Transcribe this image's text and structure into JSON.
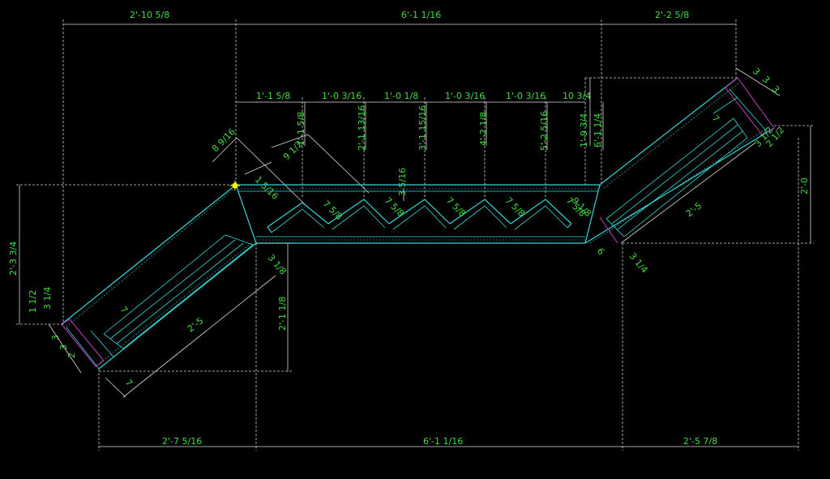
{
  "colors": {
    "background": "#000000",
    "dimension_text": "#3fdc3f",
    "steel": "#35d6d6",
    "dimension_line": "#d8d8d8",
    "plate": "#c040c0",
    "selected_node": "#ffff00"
  },
  "top_dims": {
    "left": "2'-10 5/8",
    "center": "6'-1 1/16",
    "right": "2'-2 5/8"
  },
  "chord_dims": {
    "d1": "1'-1 5/8",
    "d2": "1'-0 3/16",
    "d3": "1'-0 1/8",
    "d4": "1'-0 3/16",
    "d5": "1'-0 3/16",
    "d6": "10 3/4"
  },
  "vertical_dims": {
    "v1": "1'-1 5/8",
    "v2": "2'-1 13/16",
    "v3": "3'-1 15/16",
    "v4": "4'-2 1/8",
    "v5": "5'-2 5/16",
    "v6": "1'-9 3/4",
    "v7": "6'-1 1/4"
  },
  "misc_dims": {
    "a1": "8 9/16",
    "a2": "9 1/2",
    "a3": "1 5/16",
    "a4": "3 5/16",
    "web1": "7 5/8",
    "web2": "7 5/8",
    "web3": "7 5/8",
    "web4": "7 5/8",
    "web5": "7 5/8",
    "web6": "9 1/8",
    "left_height": "2'-3 3/4",
    "left_drop": "2'-1 1/8",
    "right_height": "2'-0",
    "left_len": "2'-5",
    "right_len": "2'-5",
    "left_7a": "7",
    "left_7b": "7",
    "right_7": "7",
    "left_small1": "1 1/2",
    "left_small2": "3 1/4",
    "left_s3": "3",
    "left_s4": "3",
    "left_s5": "2",
    "left_s6": "3 1/8",
    "right_s1": "3",
    "right_s2": "3",
    "right_s3": "3",
    "right_s4": "3 1/2",
    "right_s5": "2 1/2",
    "right_s6": "3 1/4",
    "right_s7": "6"
  },
  "bottom_dims": {
    "left": "2'-7 5/16",
    "center": "6'-1 1/16",
    "right": "2'-5 7/8"
  }
}
